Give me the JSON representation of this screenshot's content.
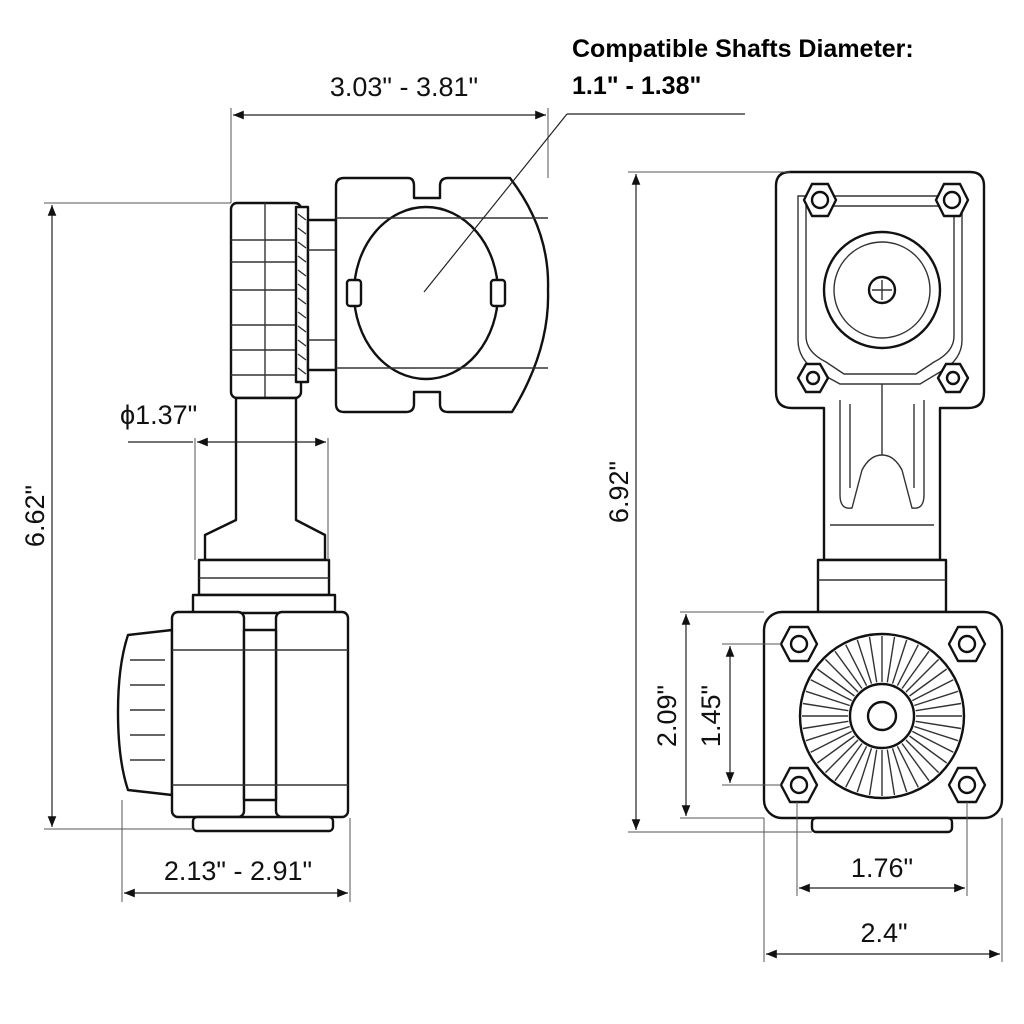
{
  "shaft_note": {
    "title": "Compatible Shafts Diameter:",
    "value": "1.1\" - 1.38\""
  },
  "side_view": {
    "width_top": "3.03\" - 3.81\"",
    "diameter": "ϕ1.37\"",
    "height": "6.62\"",
    "width_bottom": "2.13\" - 2.91\""
  },
  "front_view": {
    "height": "6.92\"",
    "plate_height": "2.09\"",
    "hole_spacing_v": "1.45\"",
    "hole_spacing_h": "1.76\"",
    "plate_width": "2.4\""
  }
}
